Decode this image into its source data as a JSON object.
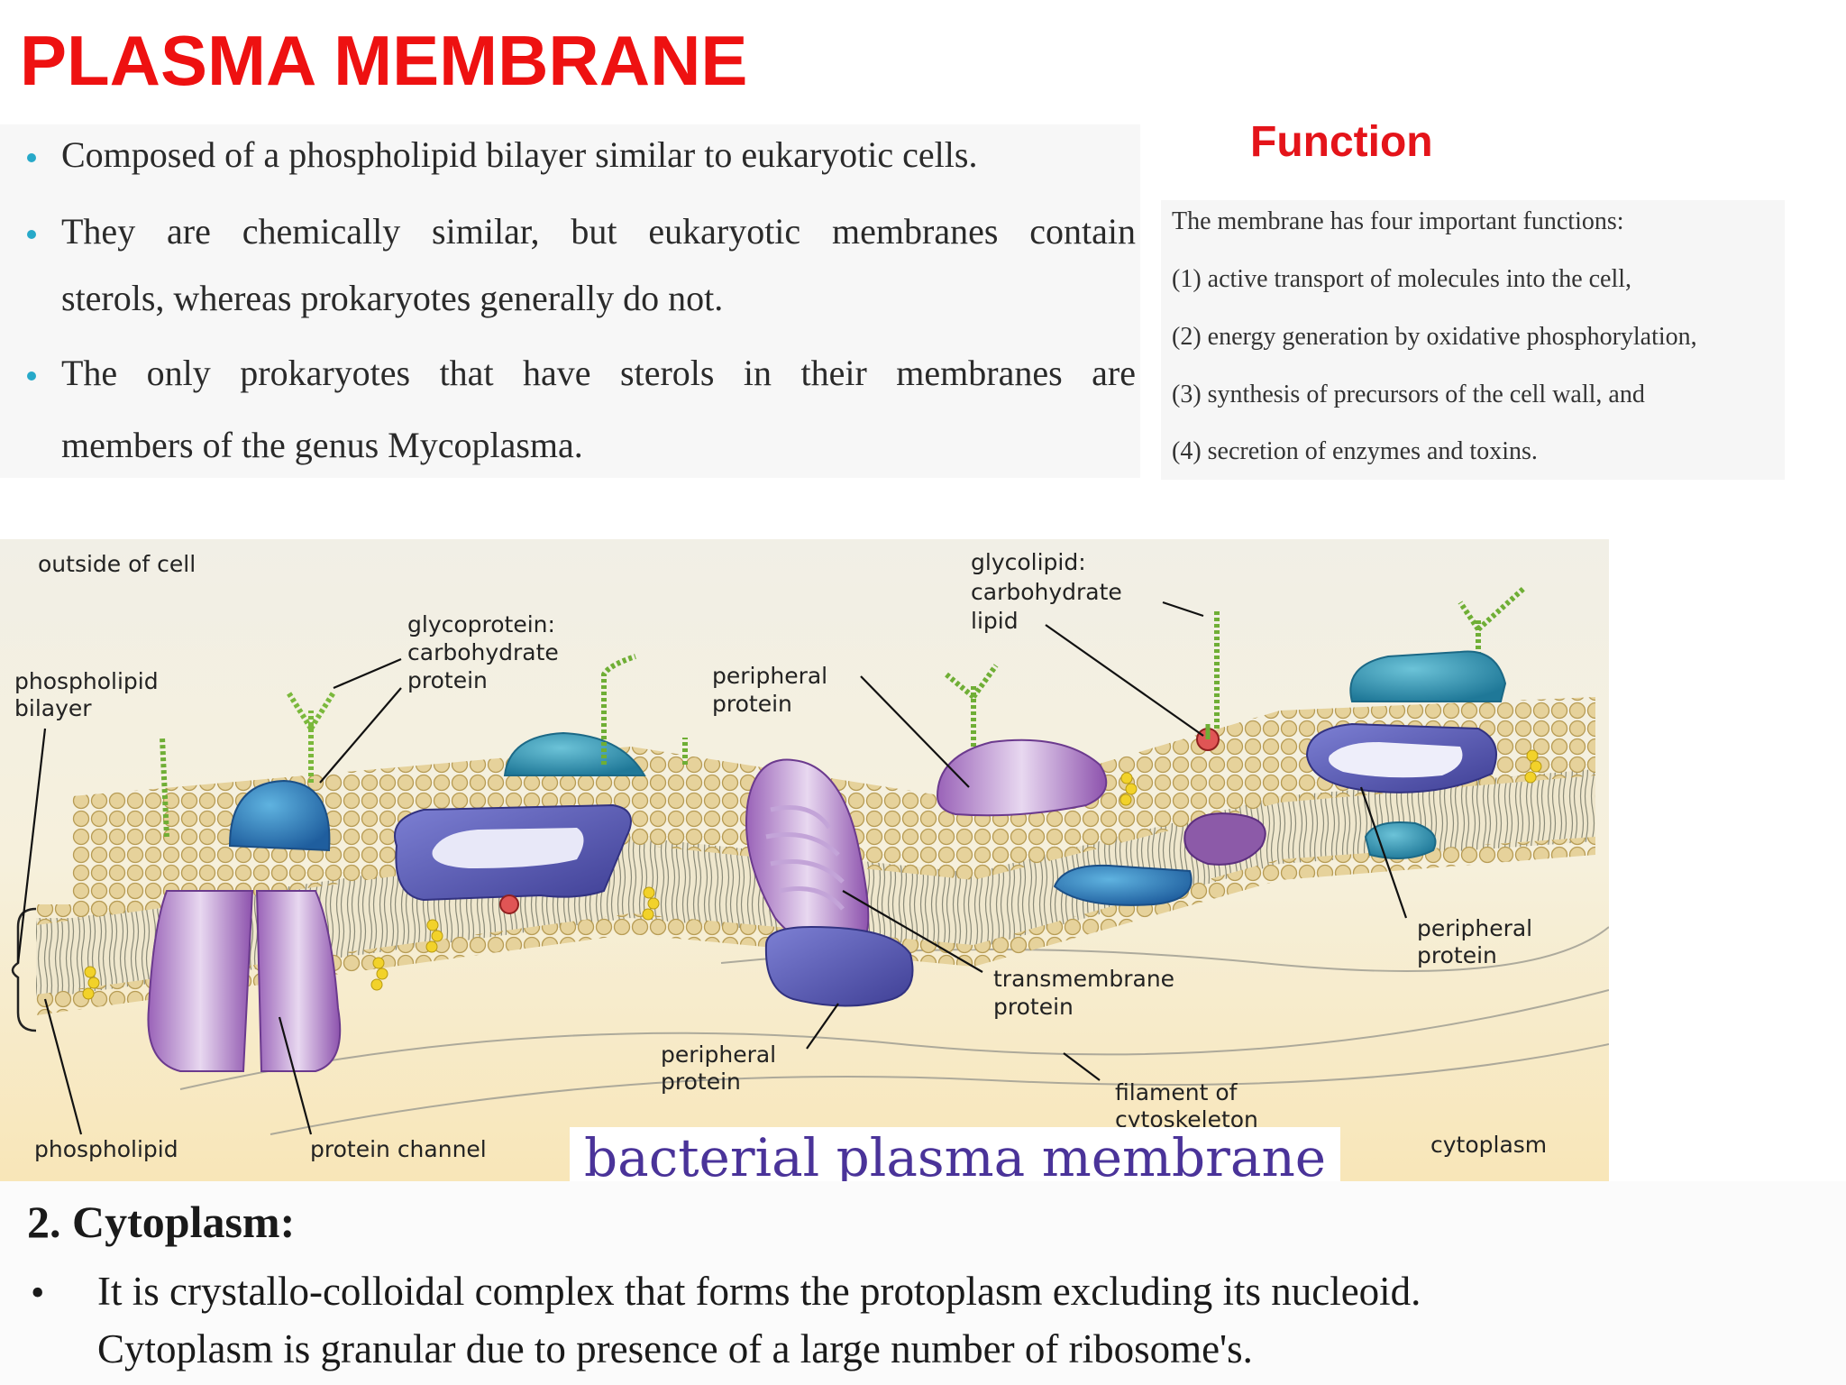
{
  "title": "PLASMA MEMBRANE",
  "bullets": [
    {
      "line1": "Composed of a phospholipid bilayer similar to eukaryotic cells.",
      "line2": ""
    },
    {
      "line1": "They are chemically similar, but eukaryotic membranes contain",
      "line2": "sterols, whereas prokaryotes generally do not."
    },
    {
      "line1": "The only prokaryotes that have sterols in their membranes are",
      "line2": "members of the genus Mycoplasma."
    }
  ],
  "function": {
    "title": "Function",
    "intro": "The membrane has four important functions:",
    "items": [
      "(1) active transport of molecules into the cell,",
      "(2) energy generation by oxidative phosphorylation,",
      "(3) synthesis of precursors of the cell wall, and",
      "(4) secretion of enzymes and toxins."
    ]
  },
  "diagram": {
    "outside": "outside of cell",
    "phospholipid_bilayer": [
      "phospholipid",
      "bilayer"
    ],
    "glycoprotein": [
      "glycoprotein:",
      "carbohydrate",
      "protein"
    ],
    "glycolipid": [
      "glycolipid:",
      "carbohydrate",
      "lipid"
    ],
    "peripheral_top": [
      "peripheral",
      "protein"
    ],
    "peripheral_right": [
      "peripheral",
      "protein"
    ],
    "peripheral_bottom": [
      "peripheral",
      "protein"
    ],
    "transmembrane": [
      "transmembrane",
      "protein"
    ],
    "filament": [
      "filament of",
      "cytoskeleton"
    ],
    "phospholipid": "phospholipid",
    "protein_channel": "protein channel",
    "cytoplasm": "cytoplasm",
    "colors": {
      "head": "#e4cf95",
      "blue": "#2f7fb8",
      "teal": "#3a9bb8",
      "purple": "#7a4fa3",
      "violet": "#5a5cb0",
      "carb": "#7ab83b"
    }
  },
  "caption": "bacterial plasma membrane",
  "cytoplasm": {
    "heading": "2. Cytoplasm:",
    "bullet": "•",
    "line1": "It is crystallo-colloidal complex that forms the protoplasm excluding its nucleoid.",
    "line2": "Cytoplasm is granular due to presence of a large number of ribosome's."
  }
}
